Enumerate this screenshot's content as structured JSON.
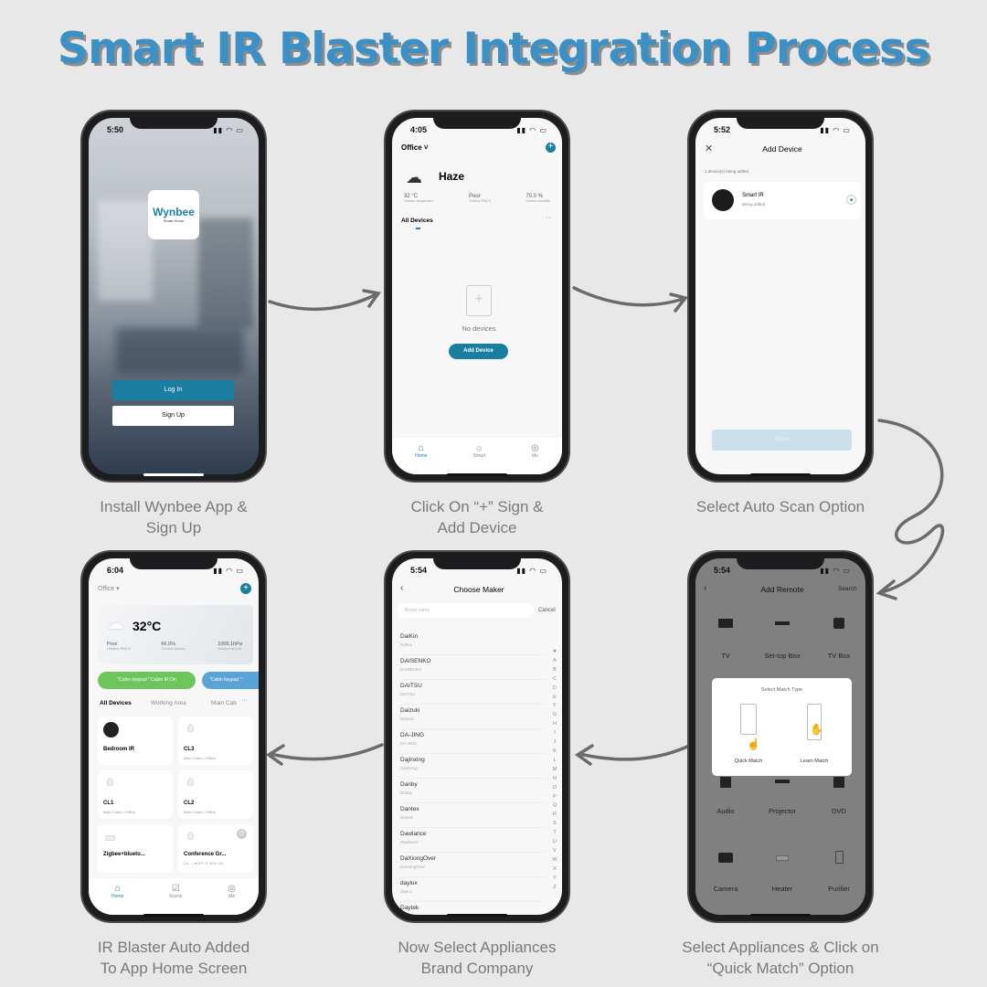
{
  "title": "Smart IR Blaster Integration Process",
  "captions": [
    [
      "Install Wynbee App &",
      "Sign Up"
    ],
    [
      "Click On “+” Sign &",
      "Add Device"
    ],
    [
      "Select Auto Scan Option"
    ],
    [
      "IR Blaster Auto Added",
      "To App Home Screen"
    ],
    [
      "Now Select Appliances",
      "Brand Company"
    ],
    [
      "Select Appliances & Click on",
      "“Quick Match” Option"
    ]
  ],
  "screen1": {
    "time": "5:50",
    "logo": "Wynbee",
    "logo_sub": "Smart Home",
    "login": "Log In",
    "signup": "Sign Up"
  },
  "screen2": {
    "time": "4:05",
    "home": "Office",
    "weather": "Haze",
    "stats": [
      {
        "value": "32 °C",
        "label": "Outdoor temperature"
      },
      {
        "value": "Poor",
        "label": "Outdoor PM2.5"
      },
      {
        "value": "70.0 %",
        "label": "Outdoor humidity"
      }
    ],
    "tab": "All Devices",
    "empty": "No devices",
    "add_button": "Add Device",
    "nav": [
      "Home",
      "Smart",
      "Me"
    ]
  },
  "screen3": {
    "time": "5:52",
    "header": "Add Device",
    "progress": "1 device(s) being added",
    "device_name": "Smart IR",
    "device_status": "Being added",
    "done": "Done"
  },
  "screen4": {
    "time": "6:04",
    "home": "Office",
    "temp": "32°C",
    "stats": [
      {
        "value": "Poor",
        "label": "Outdoor PM2.5"
      },
      {
        "value": "66.0%",
        "label": "Outdoor humid..."
      },
      {
        "value": "1006.1hPa",
        "label": "Outdoor air pre..."
      }
    ],
    "chips": [
      "\"Cabin keypad \":Cabin IR:On",
      "\"Cabin keypad \":"
    ],
    "tabs": [
      "All Devices",
      "Working Area",
      "Main Cab"
    ],
    "devices": [
      {
        "name": "Bedroom IR",
        "sub": ""
      },
      {
        "name": "CL3",
        "sub": "Main Cabin | Offline"
      },
      {
        "name": "CL1",
        "sub": "Main Cabin | Offline"
      },
      {
        "name": "CL2",
        "sub": "Main Cabin | Offline"
      },
      {
        "name": "Zigbee+blueto...",
        "sub": ""
      },
      {
        "name": "Conference Gr...",
        "sub": "Co... | ●OFF ☀ 50% ◐M..."
      }
    ],
    "nav": [
      "Home",
      "Scene",
      "Me"
    ]
  },
  "screen5": {
    "time": "5:54",
    "header": "Choose Maker",
    "search_placeholder": "Brand name",
    "cancel": "Cancel",
    "brands": [
      "DaiKin",
      "DAISENKO",
      "DAITSU",
      "Daizuki",
      "DA-JING",
      "Dajinxing",
      "Danby",
      "Dantex",
      "Dawlance",
      "DaXiongOver",
      "daylux",
      "Daytek"
    ],
    "index": [
      "★",
      "A",
      "B",
      "C",
      "D",
      "E",
      "F",
      "G",
      "H",
      "I",
      "J",
      "K",
      "L",
      "M",
      "N",
      "O",
      "P",
      "Q",
      "R",
      "S",
      "T",
      "U",
      "V",
      "W",
      "X",
      "Y",
      "Z"
    ],
    "active_index": "D"
  },
  "screen6": {
    "time": "5:54",
    "header": "Add Remote",
    "search": "Search",
    "appliances": [
      "TV",
      "Set-top Box",
      "TV Box",
      "Audio",
      "Projector",
      "DVD",
      "Camera",
      "Heater",
      "Purifier"
    ],
    "modal_title": "Select Match Type",
    "options": [
      "Quick Match",
      "Learn Match"
    ]
  },
  "colors": {
    "accent": "#1a7ea0",
    "title": "#3b90c6",
    "green_chip": "#6cc65a",
    "blue_chip": "#5aa3d6"
  }
}
